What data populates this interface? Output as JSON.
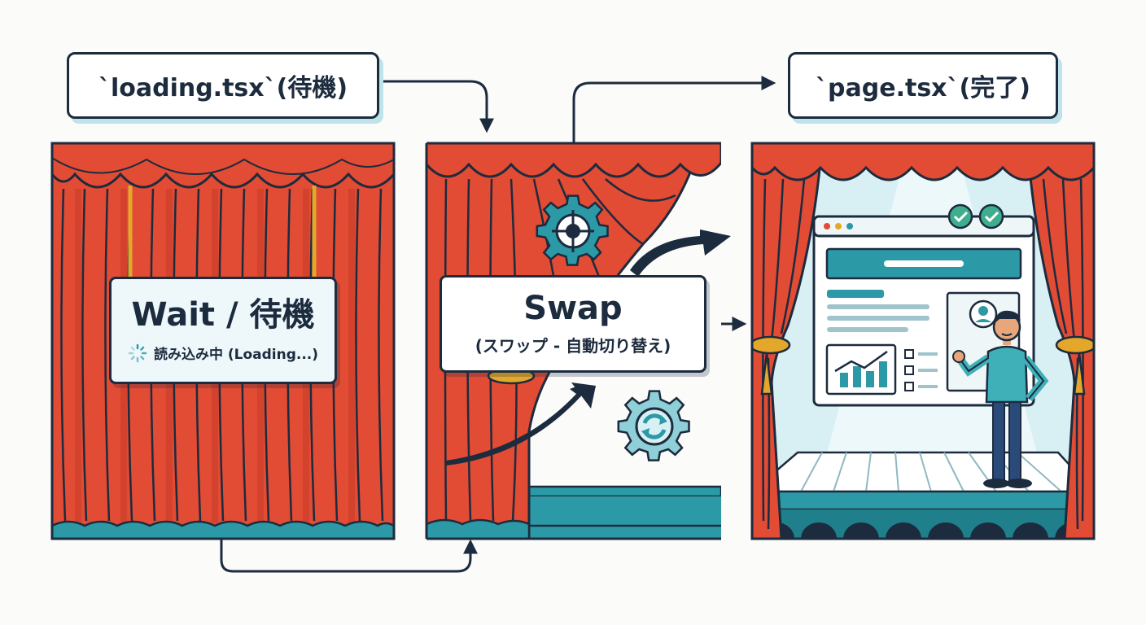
{
  "labels": {
    "loading": "`loading.tsx`(待機)",
    "page": "`page.tsx`(完了)"
  },
  "panels": {
    "wait": {
      "title": "Wait / 待機",
      "subtitle": "読み込み中 (Loading...)"
    },
    "swap": {
      "title": "Swap",
      "subtitle": "(スワップ - 自動切り替え)"
    }
  },
  "colors": {
    "curtain": "#e24b34",
    "curtain_dark": "#b8331f",
    "outline": "#1c2b3e",
    "teal": "#2b9aa6",
    "gold": "#e3a82b",
    "stage_light": "#d8f0f4",
    "check": "#3fae8e"
  },
  "icons": [
    "spinner-icon",
    "gear-target-icon",
    "gear-refresh-icon",
    "check-icon",
    "chart-icon",
    "avatar-icon",
    "arrow-icon"
  ]
}
